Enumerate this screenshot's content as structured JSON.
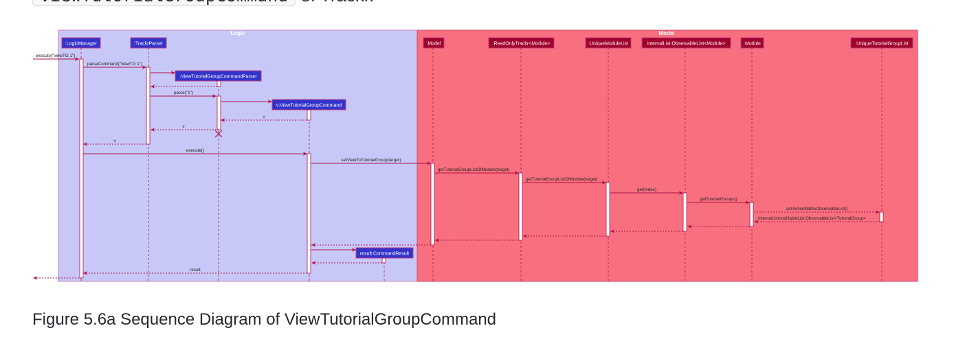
{
  "intro": {
    "code": "ViewTutorialGroupCommand",
    "text": " of Trackr."
  },
  "caption": "Figure 5.6a Sequence Diagram of ViewTutorialGroupCommand",
  "diagram": {
    "colors": {
      "logic_bg": "#c8c8f8",
      "model_bg": "#f8707f",
      "logic_participant": "#3333cc",
      "model_participant": "#a0002a",
      "arrow": "#b0104a"
    },
    "groups": {
      "logic": "Logic",
      "model": "Model"
    },
    "participants": {
      "logic_manager": ":LogicManager",
      "trackr_parser": ":TrackrParser",
      "parser": ":ViewTutorialGroupCommandParser",
      "command": "v:ViewTutorialGroupCommand",
      "command_result": "result:CommandResult",
      "model": ":Model",
      "read_only_trackr": ":ReadOnlyTrackr<Module>",
      "unique_module_list": ":UniqueModuleList",
      "internal_list": "internalList:ObservableList<Module>",
      "module": ":Module",
      "unique_tutorial_group_list": ":UniqueTutorialGroupList"
    },
    "messages": {
      "execute_cmd": "execute(\"viewTG 1\")",
      "parse_command": "parseCommand(\"viewTG 1\")",
      "parse": "parse(\"1\")",
      "v1": "v",
      "v2": "v",
      "v3": "v",
      "execute": "execute()",
      "set_view": "setViewToTutorialGroup(target)",
      "get_tg_list_1": "getTutorialGroupListOfModule(target)",
      "get_tg_list_2": "getTutorialGroupListOfModule(target)",
      "get_index": "get(index)",
      "get_tutorial_groups": "getTutorialGroups()",
      "as_unmodifiable": "asUnmodifiableObservableList()",
      "internal_unmodifiable": "internalUnmodifiableList:ObservableList<TutorialGroup>",
      "result": "result"
    }
  }
}
